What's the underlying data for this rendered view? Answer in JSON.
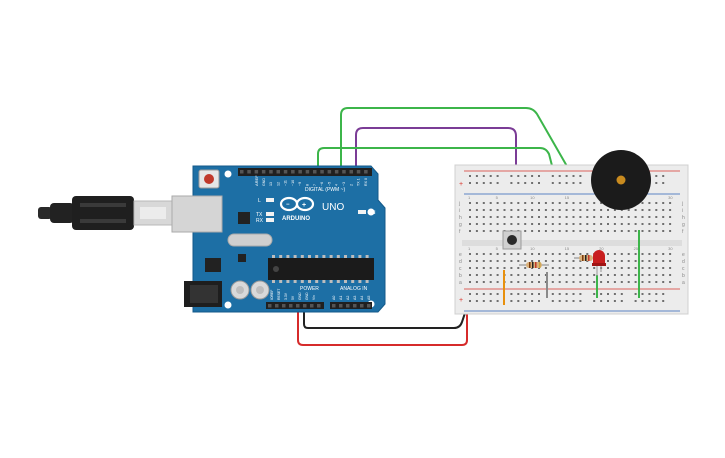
{
  "board": {
    "logo_text": "ARDUINO",
    "model": "UNO",
    "digital_label": "DIGITAL (PWM ~)",
    "power_label": "POWER",
    "analog_label": "ANALOG IN",
    "aref": "AREF",
    "gnd": "GND",
    "l_label": "L",
    "tx_label": "TX",
    "rx_label": "RX",
    "on_label": "ON",
    "digital_pins": [
      "13",
      "12",
      "~11",
      "~10",
      "~9",
      "8",
      "7",
      "~6",
      "~5",
      "4",
      "~3",
      "2",
      "TX 1",
      "RX 0"
    ],
    "power_pins": [
      "IOREF",
      "RESET",
      "3.3V",
      "5V",
      "GND",
      "GND",
      "Vin"
    ],
    "analog_pins": [
      "A0",
      "A1",
      "A2",
      "A3",
      "A4",
      "A5"
    ]
  },
  "breadboard": {
    "row_letters_top": [
      "j",
      "i",
      "h",
      "g",
      "f"
    ],
    "row_letters_bottom": [
      "e",
      "d",
      "c",
      "b",
      "a"
    ],
    "column_numbers": [
      "1",
      "5",
      "10",
      "15",
      "20",
      "25",
      "30"
    ]
  },
  "components": {
    "usb_cable": "usb-cable",
    "pushbutton": "pushbutton",
    "resistor_1": "resistor",
    "resistor_2": "resistor",
    "led": "red-led",
    "buzzer": "piezo-buzzer"
  },
  "colors": {
    "board_blue": "#1d6fa5",
    "board_dark": "#145a8a",
    "wire_green": "#3cb54a",
    "wire_purple": "#7b3c96",
    "wire_red": "#d62b2b",
    "wire_black": "#222222",
    "wire_orange": "#e8900c",
    "wire_gray": "#8a8a8a",
    "breadboard_bg": "#ececec",
    "rail_red": "#d9342b",
    "rail_blue": "#2d60b8",
    "led_red": "#c81e1e",
    "buzzer_body": "#1b1b1b",
    "buzzer_center": "#c98b1f"
  }
}
